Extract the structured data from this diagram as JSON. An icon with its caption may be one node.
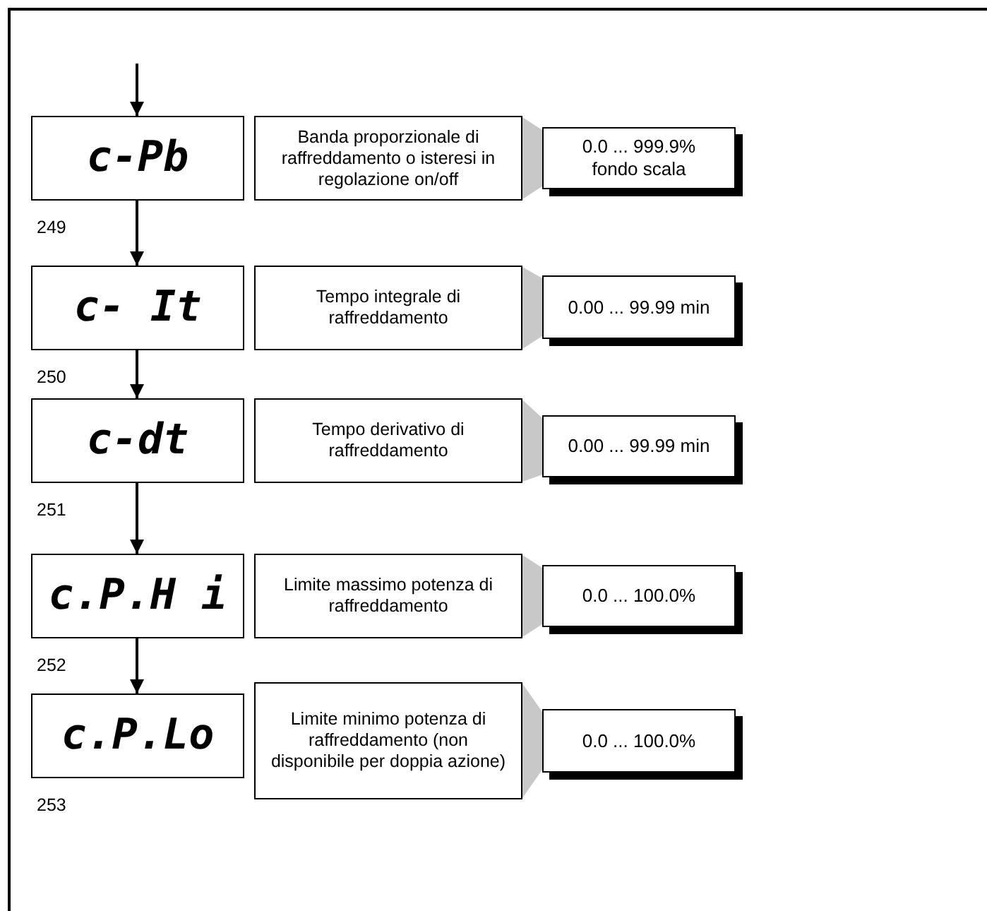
{
  "diagram": {
    "nodes": [
      {
        "text": [
          "c-Pb"
        ],
        "beside": [
          "249"
        ]
      },
      {
        "text": [
          "Banda proporzionale di raffreddamento o isteresi in regolazione on/off"
        ]
      },
      {
        "text": [
          "0.0 ... 999.9% fondo scala"
        ]
      },
      {
        "text": [
          "c- It"
        ],
        "beside": [
          "250"
        ]
      },
      {
        "text": [
          "Tempo integrale di raffreddamento"
        ]
      },
      {
        "text": [
          "0.00 ... 99.99 min"
        ]
      },
      {
        "text": [
          "c-dt"
        ],
        "beside": [
          "251"
        ]
      },
      {
        "text": [
          "Tempo derivativo di raffreddamento"
        ]
      },
      {
        "text": [
          "0.00 ... 99.99 min"
        ]
      },
      {
        "text": [
          "c.P.H i"
        ],
        "beside": [
          "252"
        ]
      },
      {
        "text": [
          "Limite massimo potenza di raffreddamento"
        ]
      },
      {
        "text": [
          "0.0 ... 100.0%"
        ]
      },
      {
        "text": [
          "c.P.Lo"
        ],
        "beside": [
          "253"
        ]
      },
      {
        "text": [
          "Limite minimo potenza di raffreddamento (non disponibile per doppia azione)"
        ]
      },
      {
        "text": [
          "0.0 ... 100.0%"
        ]
      }
    ],
    "edges": [
      {
        "from": null,
        "to": 0,
        "arrow": "to"
      },
      {
        "from": 0,
        "to": 3,
        "arrow": "to"
      },
      {
        "from": 3,
        "to": 6,
        "arrow": "to"
      },
      {
        "from": 6,
        "to": 9,
        "arrow": "to"
      },
      {
        "from": 9,
        "to": 12,
        "arrow": "to"
      },
      {
        "from": 1,
        "to": 2,
        "arrow": "none",
        "color": "#c8c8c8"
      },
      {
        "from": 4,
        "to": 5,
        "arrow": "none",
        "color": "#c8c8c8"
      },
      {
        "from": 7,
        "to": 8,
        "arrow": "none",
        "color": "#c8c8c8"
      },
      {
        "from": 10,
        "to": 11,
        "arrow": "none",
        "color": "#c8c8c8"
      },
      {
        "from": 13,
        "to": 14,
        "arrow": "none",
        "color": "#c8c8c8"
      }
    ]
  }
}
